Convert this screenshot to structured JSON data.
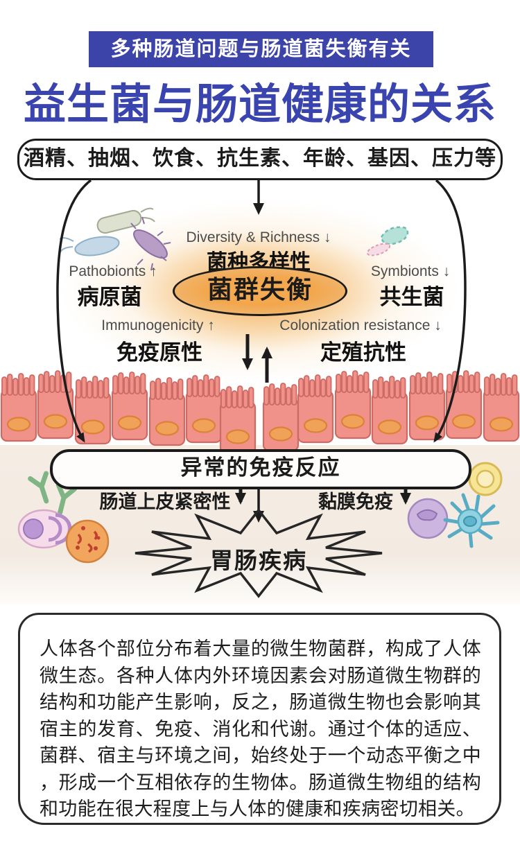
{
  "header": {
    "banner": "多种肠道问题与肠道菌失衡有关",
    "title": "益生菌与肠道健康的关系"
  },
  "diagram": {
    "factors_box": "酒精、抽烟、饮食、抗生素、年龄、基因、压力等",
    "center": {
      "en": "Diversity & Richness ↓",
      "zh": "菌种多样性"
    },
    "dysbiosis": "菌群失衡",
    "left": {
      "en": "Pathobionts ↑",
      "zh": "病原菌"
    },
    "right": {
      "en": "Symbionts ↓",
      "zh": "共生菌"
    },
    "bottom_left": {
      "en": "Immunogenicity ↑",
      "zh": "免疫原性"
    },
    "bottom_right": {
      "en": "Colonization resistance ↓",
      "zh": "定殖抗性"
    },
    "immune_box": "异常的免疫反应",
    "epithelial_label": "肠道上皮紧密性",
    "mucosal_label": "黏膜免疫",
    "disease_burst": "胃肠疾病"
  },
  "footer": {
    "description": "人体各个部位分布着大量的微生物菌群，构成了人体微生态。各种人体内外环境因素会对肠道微生物群的结构和功能产生影响，反之，肠道微生物也会影响其宿主的发育、免疫、消化和代谢。通过个体的适应、菌群、宿主与环境之间，始终处于一个动态平衡之中 ，形成一个互相依存的生物体。肠道微生物组的结构和功能在很大程度上与人体的健康和疾病密切相关。"
  },
  "colors": {
    "banner_bg": "#3c43a9",
    "title_text": "#3a44ae",
    "glow_orange": "#f2a64e",
    "villi_pink": "#f0918a",
    "background_beige": "#f4ece3"
  }
}
